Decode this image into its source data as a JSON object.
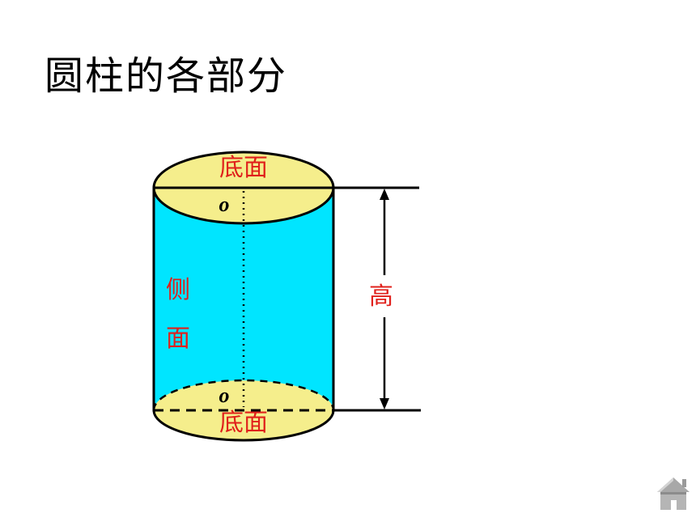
{
  "title": "圆柱的各部分",
  "labels": {
    "top_base": "底面",
    "bottom_base": "底面",
    "top_center": "o",
    "bottom_center": "o",
    "lateral_1": "侧",
    "lateral_2": "面",
    "height": "高"
  },
  "colors": {
    "base_fill": "#f5ee8c",
    "side_fill": "#00e5ff",
    "label": "#e0201b",
    "stroke": "#000000",
    "home_icon": "#9a9a9a"
  },
  "icons": {
    "home": "home-icon"
  }
}
